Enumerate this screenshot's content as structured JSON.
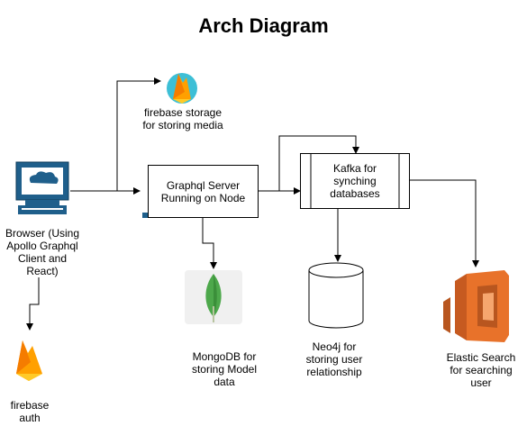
{
  "title": "Arch Diagram",
  "nodes": {
    "browser": {
      "label": [
        "Browser (Using",
        "Apollo Graphql",
        "Client and",
        "React)"
      ],
      "icon": "computer-monitor-icon"
    },
    "firebase_storage": {
      "label": [
        "firebase storage",
        "for storing media"
      ],
      "icon": "firebase-icon"
    },
    "graphql": {
      "label": [
        "Graphql Server",
        "Running on Node"
      ]
    },
    "kafka": {
      "label": [
        "Kafka for",
        "synching",
        "databases"
      ]
    },
    "mongodb": {
      "label": [
        "MongoDB for",
        "storing Model",
        "data"
      ],
      "icon": "mongodb-leaf-icon"
    },
    "neo4j": {
      "label": [
        "Neo4j for",
        "storing user",
        "relationship"
      ],
      "icon": "database-cylinder-icon"
    },
    "elastic": {
      "label": [
        "Elastic Search",
        "for searching",
        "user"
      ],
      "icon": "elastic-search-icon"
    },
    "firebase_auth": {
      "label": [
        "firebase",
        "auth"
      ],
      "icon": "firebase-icon"
    }
  },
  "colors": {
    "firebase_yellow": "#FFCA28",
    "firebase_orange": "#F57C00",
    "firebase_bg": "#3DBFD6",
    "monitor_blue": "#1F5F8B",
    "mongo_green": "#4DA84B",
    "elastic_orange": "#E8722A"
  }
}
